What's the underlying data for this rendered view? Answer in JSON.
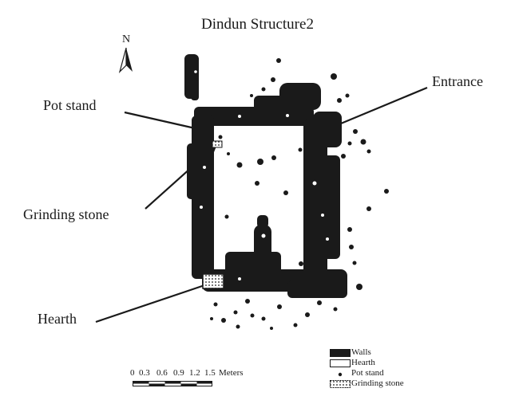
{
  "title": "Dindun Structure2",
  "north": "N",
  "callouts": {
    "pot_stand": "Pot stand",
    "entrance": "Entrance",
    "grinding_stone": "Grinding stone",
    "hearth": "Hearth"
  },
  "scale_bar": {
    "ticks": [
      "0",
      "0.3",
      "0.6",
      "0.9",
      "1.2",
      "1.5"
    ],
    "unit": "Meters"
  },
  "legend": [
    {
      "label": "Walls",
      "symbol": "walls-symbol"
    },
    {
      "label": "Hearth",
      "symbol": "hearth-symbol"
    },
    {
      "label": "Pot stand",
      "symbol": "pot-stand-symbol"
    },
    {
      "label": "Grinding stone",
      "symbol": "grinding-stone-symbol"
    }
  ],
  "colors": {
    "ink": "#1a1a1a",
    "background": "#ffffff"
  }
}
